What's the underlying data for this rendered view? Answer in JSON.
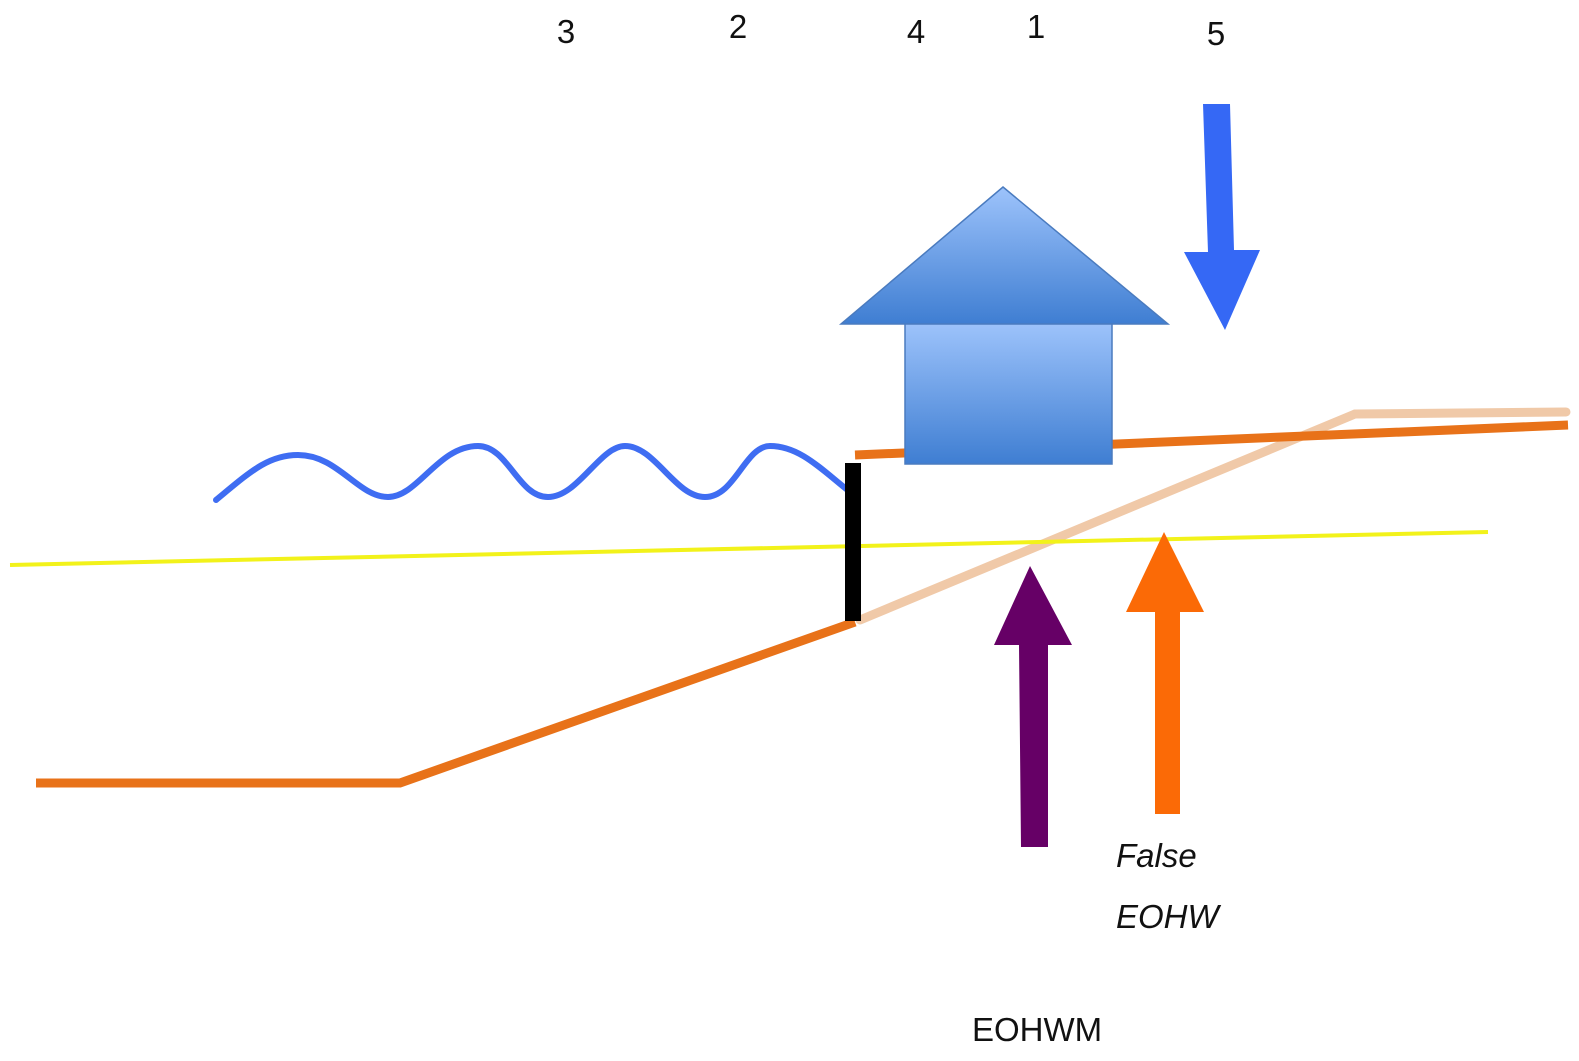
{
  "labels": {
    "n3": "3",
    "n2": "2",
    "n4": "4",
    "n1": "1",
    "n5": "5",
    "false_line1": "False",
    "false_line2": "EOHW",
    "eohwm": "EOHWM"
  },
  "colors": {
    "ground": "#e87219",
    "ground_faded": "#f0c9a8",
    "wave": "#3f6df2",
    "water_level": "#f2f21a",
    "seawall": "#000000",
    "house_top": "#9dc3fb",
    "house_bottom": "#3f7ed2",
    "house_stroke": "#4a7bbf",
    "arrow_blue": "#3568f5",
    "arrow_purple": "#660066",
    "arrow_orange": "#fb6a06",
    "text": "#111111"
  }
}
